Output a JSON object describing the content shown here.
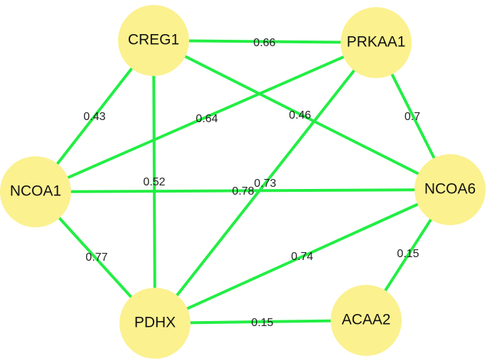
{
  "colors": {
    "edge": "#22ee44",
    "node_fill": "#fbf18f",
    "node_text": "#111111",
    "edge_text": "#222222",
    "background": "#ffffff"
  },
  "nodes": [
    {
      "id": "CREG1",
      "label": "CREG1"
    },
    {
      "id": "PRKAA1",
      "label": "PRKAA1"
    },
    {
      "id": "NCOA1",
      "label": "NCOA1"
    },
    {
      "id": "NCOA6",
      "label": "NCOA6"
    },
    {
      "id": "PDHX",
      "label": "PDHX"
    },
    {
      "id": "ACAA2",
      "label": "ACAA2"
    }
  ],
  "edges": [
    {
      "source": "CREG1",
      "target": "PRKAA1",
      "weight": "0.66"
    },
    {
      "source": "CREG1",
      "target": "NCOA1",
      "weight": "0.43"
    },
    {
      "source": "PRKAA1",
      "target": "NCOA1",
      "weight": "0.64"
    },
    {
      "source": "CREG1",
      "target": "NCOA6",
      "weight": "0.46"
    },
    {
      "source": "PRKAA1",
      "target": "NCOA6",
      "weight": "0.7"
    },
    {
      "source": "CREG1",
      "target": "PDHX",
      "weight": "0.52"
    },
    {
      "source": "PRKAA1",
      "target": "PDHX",
      "weight": "0.78"
    },
    {
      "source": "NCOA1",
      "target": "NCOA6",
      "weight": "0.73"
    },
    {
      "source": "NCOA1",
      "target": "PDHX",
      "weight": "0.77"
    },
    {
      "source": "NCOA6",
      "target": "PDHX",
      "weight": "0.74"
    },
    {
      "source": "NCOA6",
      "target": "ACAA2",
      "weight": "0.15"
    },
    {
      "source": "PDHX",
      "target": "ACAA2",
      "weight": "0.15"
    }
  ]
}
